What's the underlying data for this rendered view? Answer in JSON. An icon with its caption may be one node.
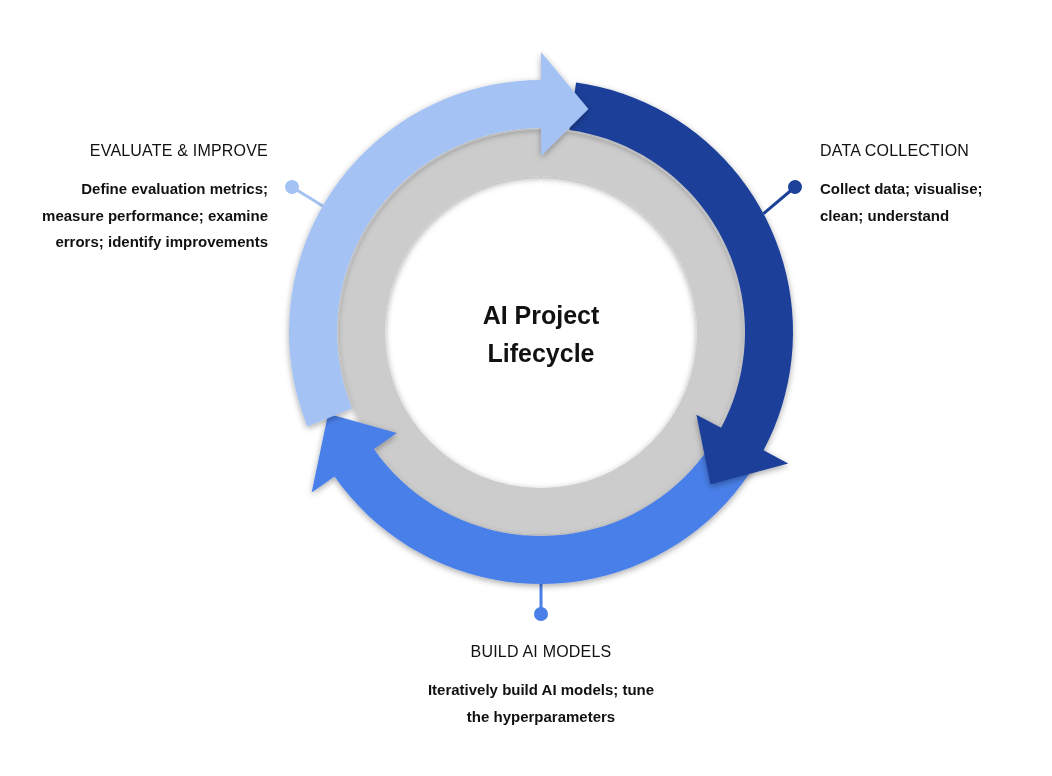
{
  "diagram": {
    "nodes": [
      {
        "text": [
          "AI Project Lifecycle"
        ]
      },
      {
        "text": [
          "EVALUATE & IMPROVE",
          "Define evaluation metrics; measure performance; examine errors; identify improvements"
        ]
      },
      {
        "text": [
          "DATA COLLECTION",
          "Collect data; visualise; clean; understand"
        ]
      },
      {
        "text": [
          "BUILD AI MODELS",
          "Iteratively build AI models; tune the hyperparameters"
        ]
      },
      {
        "text": [],
        "shape": "arrow"
      },
      {
        "text": [],
        "shape": "arrow"
      },
      {
        "text": [],
        "shape": "arrow"
      }
    ],
    "edges": [
      {
        "from": 1,
        "to": 4,
        "arrow": "other",
        "color": "#a4c2f4"
      },
      {
        "from": 2,
        "to": 5,
        "arrow": "other",
        "color": "#1c4199"
      },
      {
        "from": 3,
        "to": 6,
        "arrow": "other",
        "color": "#4a7fe8"
      }
    ]
  }
}
